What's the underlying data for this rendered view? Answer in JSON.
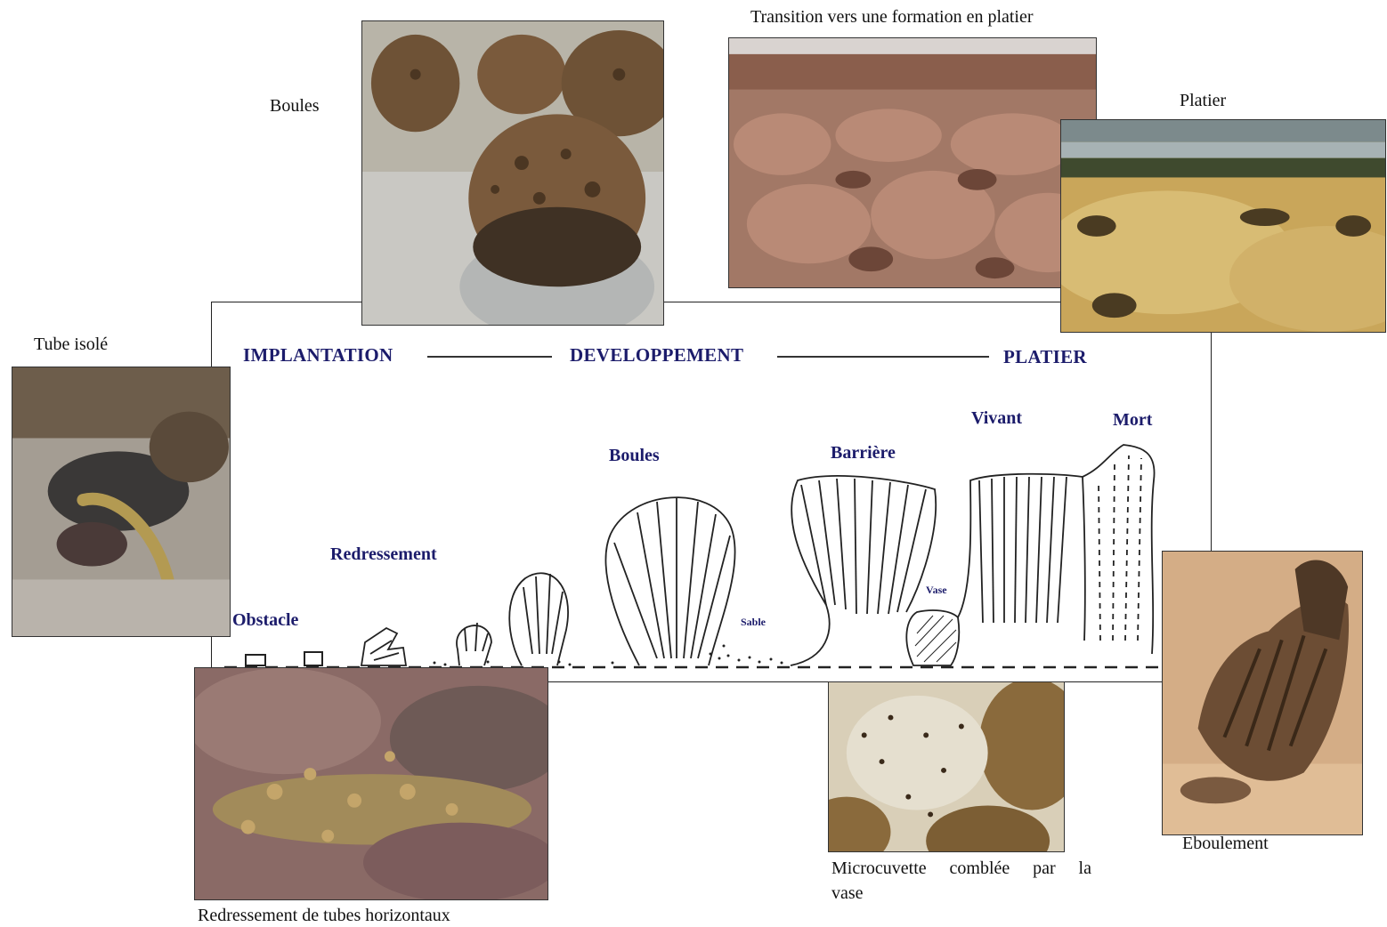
{
  "captions": {
    "boules": "Boules",
    "transition": "Transition vers une formation en platier",
    "platier": "Platier",
    "tube_isole": "Tube isolé",
    "redressement_tubes": "Redressement de tubes horizontaux",
    "microcuvette_line1": "Microcuvette comblée par la",
    "microcuvette_line2": "vase",
    "eboulement": "Eboulement"
  },
  "diagram": {
    "stages": {
      "implantation": "IMPLANTATION",
      "developpement": "DEVELOPPEMENT",
      "platier": "PLATIER"
    },
    "labels": {
      "obstacle": "Obstacle",
      "redressement": "Redressement",
      "boules": "Boules",
      "sable": "Sable",
      "barriere": "Barrière",
      "vase": "Vase",
      "vivant": "Vivant",
      "mort": "Mort"
    }
  },
  "colors": {
    "label_blue": "#1c1c6b",
    "reef_brown": "#7a5a3c",
    "sand": "#d9c49a"
  }
}
